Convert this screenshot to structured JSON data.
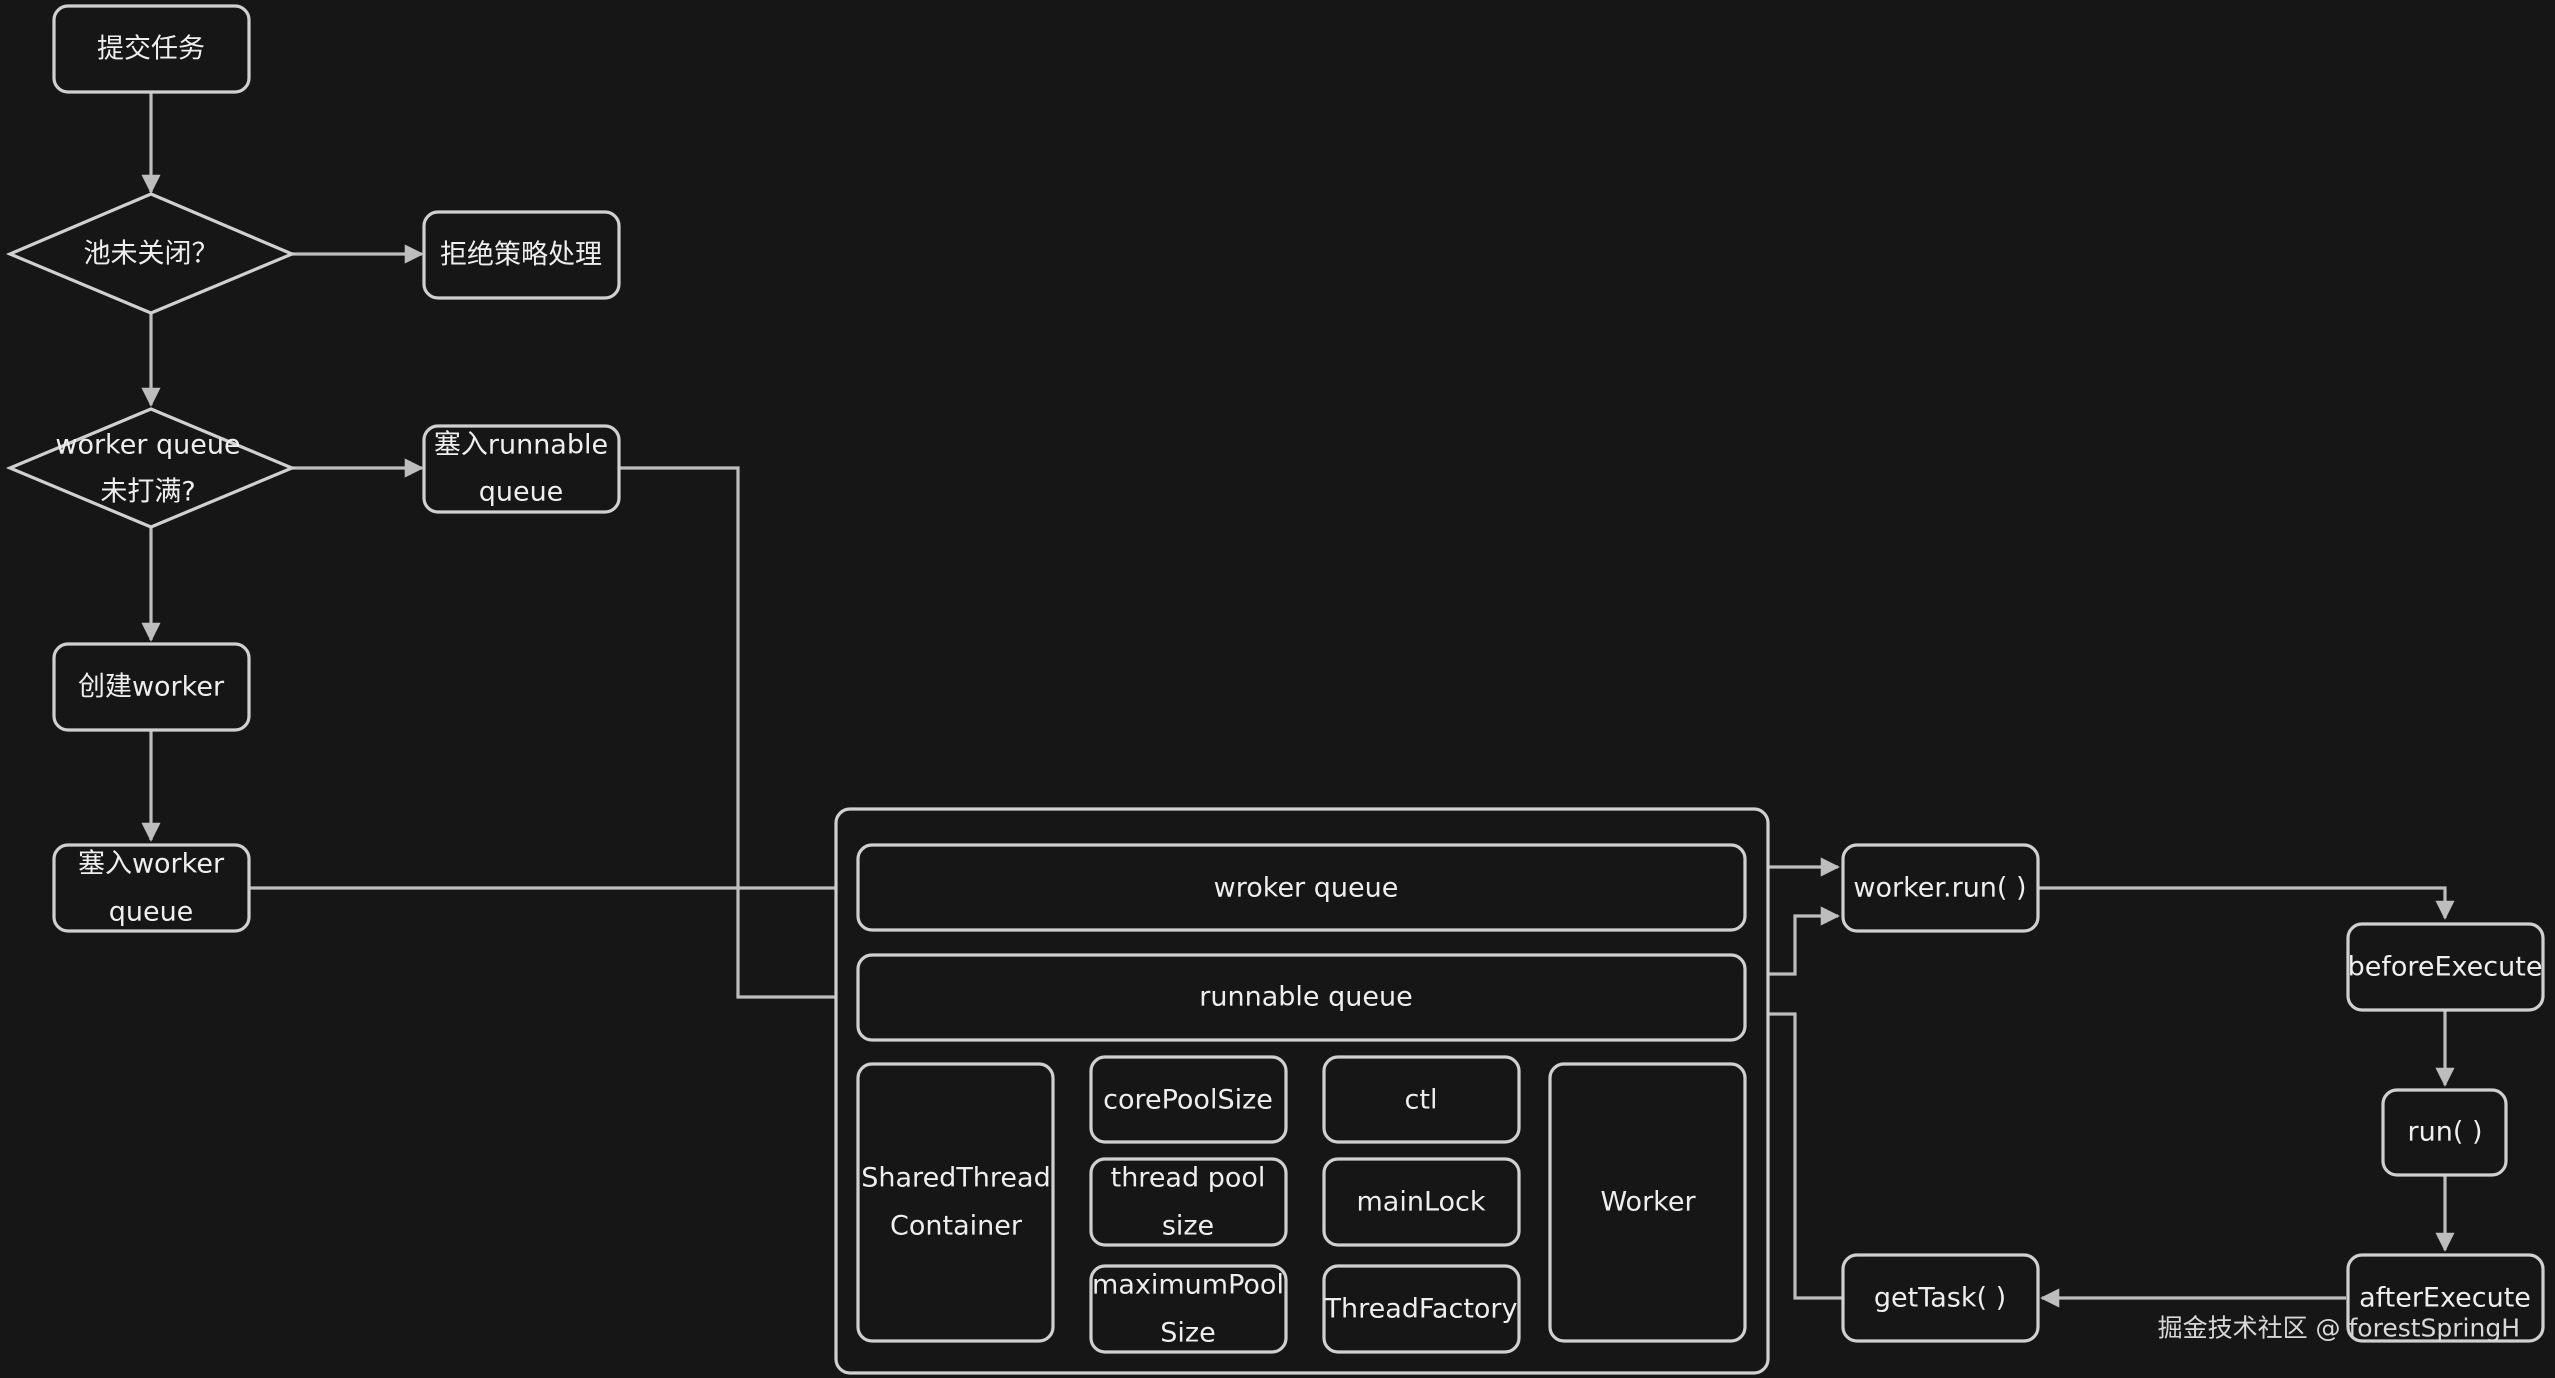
{
  "nodes": {
    "submit": "提交任务",
    "pool_not_closed": "池未关闭？",
    "reject": "拒绝策略处理",
    "worker_queue_check": [
      "worker queue",
      "未打满?"
    ],
    "push_runnable": [
      "塞入runnable",
      "queue"
    ],
    "create_worker": "创建worker",
    "push_worker": [
      "塞入worker",
      "queue"
    ],
    "worker_queue_bar": "wroker queue",
    "runnable_queue_bar": "runnable queue",
    "shared_thread_container": [
      "SharedThread",
      "Container"
    ],
    "core_pool_size": "corePoolSize",
    "thread_pool_size": [
      "thread pool",
      "size"
    ],
    "maximum_pool_size": [
      "maximumPool",
      "Size"
    ],
    "ctl": "ctl",
    "main_lock": "mainLock",
    "thread_factory": "ThreadFactory",
    "worker": "Worker",
    "worker_run": "worker.run( )",
    "before_execute": "beforeExecute",
    "run": "run( )",
    "after_execute": "afterExecute",
    "get_task": "getTask( )"
  },
  "watermark": "掘金技术社区 @ forestSpringH",
  "colors": {
    "background": "#161616",
    "stroke": "#d0d0d0",
    "text": "#eeeeee"
  }
}
